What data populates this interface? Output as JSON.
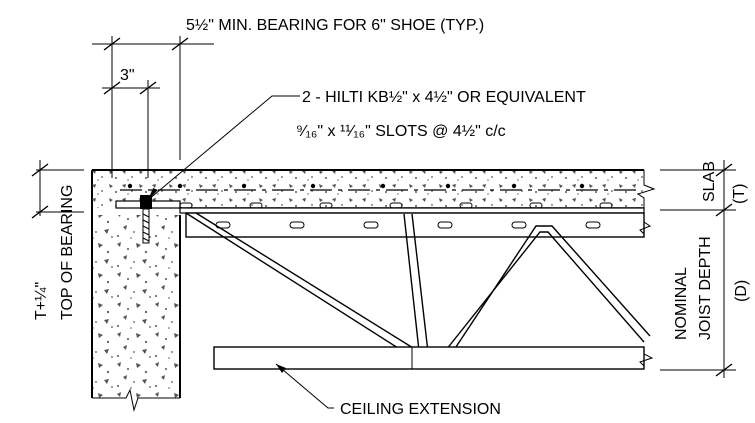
{
  "labels": {
    "min_bearing": "5½\" MIN. BEARING FOR 6\" SHOE (TYP.)",
    "dim_3": "3\"",
    "anchor_line1": "2 - HILTI KB½\" x 4½\" OR EQUIVALENT",
    "anchor_line2": "⁹⁄₁₆\" x ¹¹⁄₁₆\" SLOTS @ 4½\" c/c",
    "slab": "SLAB",
    "slab_t": "(T)",
    "joist_depth_1": "NOMINAL",
    "joist_depth_2": "JOIST DEPTH",
    "joist_depth_d": "(D)",
    "top_bearing_1": "T+¼\"",
    "top_bearing_2": "TOP OF BEARING",
    "ceiling_ext": "CEILING EXTENSION"
  }
}
